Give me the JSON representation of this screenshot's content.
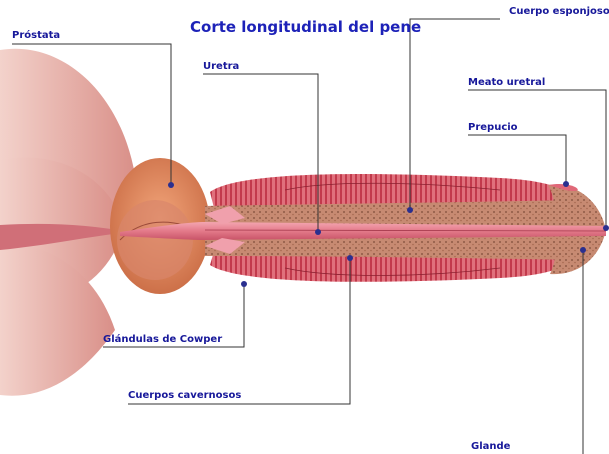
{
  "title": "Corte longitudinal del pene",
  "labels": {
    "prostata": "Próstata",
    "uretra": "Uretra",
    "cuerpo_esponjoso": "Cuerpo esponjoso",
    "meato_uretral": "Meato uretral",
    "prepucio": "Prepucio",
    "glandulas_cowper": "Glándulas de Cowper",
    "cuerpos_cavernosos": "Cuerpos cavernosos",
    "glande": "Glande"
  },
  "colors": {
    "label_text": "#17189a",
    "title_text": "#1d22b8",
    "leader_line": "#333333",
    "marker_dot": "#2a2f8f",
    "muscle_stripe_light": "#e0707c",
    "muscle_stripe_dark": "#c23a4c",
    "spongy_tissue": "#c78a72",
    "urethra": "#e37a8a",
    "bladder": "#e6aaa2",
    "prostate": "#e08a5c"
  }
}
